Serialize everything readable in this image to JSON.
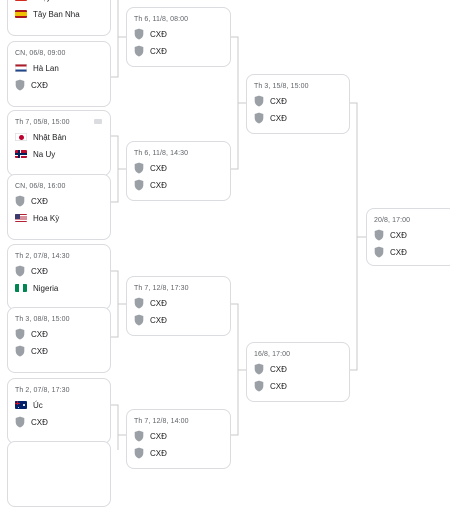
{
  "icons": {
    "tbd": "shield-icon"
  },
  "colors": {
    "border": "#dadce0",
    "connector": "#c8c8c8",
    "date": "#5f6368",
    "shield": "#9aa0a6"
  },
  "round_of_16": [
    {
      "date": "",
      "teams": [
        {
          "name": "Thụy Sĩ",
          "flag": "ch"
        },
        {
          "name": "Tây Ban Nha",
          "flag": "es"
        }
      ]
    },
    {
      "date": "CN, 06/8, 09:00",
      "teams": [
        {
          "name": "Hà Lan",
          "flag": "nl"
        },
        {
          "name": "CXĐ",
          "flag": "tbd"
        }
      ]
    },
    {
      "date": "Th 7, 05/8, 15:00",
      "teams": [
        {
          "name": "Nhật Bản",
          "flag": "jp"
        },
        {
          "name": "Na Uy",
          "flag": "no"
        }
      ]
    },
    {
      "date": "CN, 06/8, 16:00",
      "teams": [
        {
          "name": "CXĐ",
          "flag": "tbd"
        },
        {
          "name": "Hoa Kỳ",
          "flag": "us"
        }
      ]
    },
    {
      "date": "Th 2, 07/8, 14:30",
      "teams": [
        {
          "name": "CXĐ",
          "flag": "tbd"
        },
        {
          "name": "Nigeria",
          "flag": "ng"
        }
      ]
    },
    {
      "date": "Th 3, 08/8, 15:00",
      "teams": [
        {
          "name": "CXĐ",
          "flag": "tbd"
        },
        {
          "name": "CXĐ",
          "flag": "tbd"
        }
      ]
    },
    {
      "date": "Th 2, 07/8, 17:30",
      "teams": [
        {
          "name": "Úc",
          "flag": "au"
        },
        {
          "name": "CXĐ",
          "flag": "tbd"
        }
      ]
    },
    {
      "date": "",
      "teams": []
    }
  ],
  "quarterfinals": [
    {
      "date": "Th 6, 11/8, 08:00",
      "teams": [
        {
          "name": "CXĐ",
          "flag": "tbd"
        },
        {
          "name": "CXĐ",
          "flag": "tbd"
        }
      ]
    },
    {
      "date": "Th 6, 11/8, 14:30",
      "teams": [
        {
          "name": "CXĐ",
          "flag": "tbd"
        },
        {
          "name": "CXĐ",
          "flag": "tbd"
        }
      ]
    },
    {
      "date": "Th 7, 12/8, 17:30",
      "teams": [
        {
          "name": "CXĐ",
          "flag": "tbd"
        },
        {
          "name": "CXĐ",
          "flag": "tbd"
        }
      ]
    },
    {
      "date": "Th 7, 12/8, 14:00",
      "teams": [
        {
          "name": "CXĐ",
          "flag": "tbd"
        },
        {
          "name": "CXĐ",
          "flag": "tbd"
        }
      ]
    }
  ],
  "semifinals": [
    {
      "date": "Th 3, 15/8, 15:00",
      "teams": [
        {
          "name": "CXĐ",
          "flag": "tbd"
        },
        {
          "name": "CXĐ",
          "flag": "tbd"
        }
      ]
    },
    {
      "date": "16/8, 17:00",
      "teams": [
        {
          "name": "CXĐ",
          "flag": "tbd"
        },
        {
          "name": "CXĐ",
          "flag": "tbd"
        }
      ]
    }
  ],
  "final": [
    {
      "date": "20/8, 17:00",
      "teams": [
        {
          "name": "CXĐ",
          "flag": "tbd"
        },
        {
          "name": "CXĐ",
          "flag": "tbd"
        }
      ]
    }
  ]
}
